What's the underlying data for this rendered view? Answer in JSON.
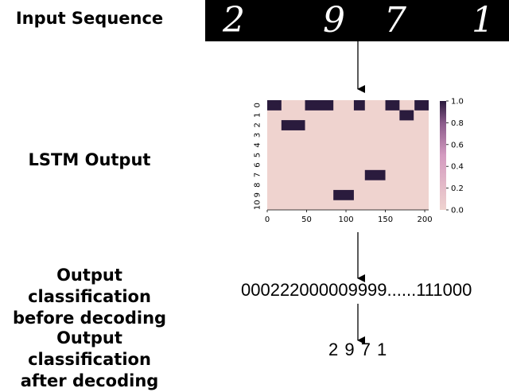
{
  "labels": {
    "input_sequence": "Input Sequence",
    "lstm_output": "LSTM Output",
    "before_decoding_1": "Output classification",
    "before_decoding_2": "before decoding",
    "after_decoding_1": "Output classification",
    "after_decoding_2": "after decoding"
  },
  "input_digits": [
    "2",
    "9",
    "7",
    "1"
  ],
  "classification_before": "000222000009999......111000",
  "classification_after": "2 9 7 1",
  "colors": {
    "background": "#efd3cf",
    "active": "#2a1b3d",
    "colorbar_high": "#2a1b3d",
    "colorbar_low": "#efd3cf"
  },
  "chart_data": {
    "type": "heatmap",
    "xlim": [
      0,
      205
    ],
    "x_ticks": [
      "0",
      "50",
      "100",
      "150",
      "200"
    ],
    "y_ticks": [
      "0",
      "1",
      "2",
      "3",
      "4",
      "5",
      "6",
      "7",
      "8",
      "9",
      "10"
    ],
    "colorbar_ticks": [
      "0.0",
      "0.2",
      "0.4",
      "0.6",
      "0.8",
      "1.0"
    ],
    "active_cells": [
      {
        "row": 0,
        "x_start": 0,
        "x_end": 18,
        "value": 1.0
      },
      {
        "row": 0,
        "x_start": 48,
        "x_end": 84,
        "value": 1.0
      },
      {
        "row": 0,
        "x_start": 110,
        "x_end": 124,
        "value": 1.0
      },
      {
        "row": 0,
        "x_start": 150,
        "x_end": 168,
        "value": 1.0
      },
      {
        "row": 0,
        "x_start": 187,
        "x_end": 205,
        "value": 1.0
      },
      {
        "row": 1,
        "x_start": 168,
        "x_end": 186,
        "value": 1.0
      },
      {
        "row": 2,
        "x_start": 18,
        "x_end": 48,
        "value": 1.0
      },
      {
        "row": 7,
        "x_start": 124,
        "x_end": 150,
        "value": 1.0
      },
      {
        "row": 9,
        "x_start": 84,
        "x_end": 110,
        "value": 1.0
      }
    ]
  }
}
